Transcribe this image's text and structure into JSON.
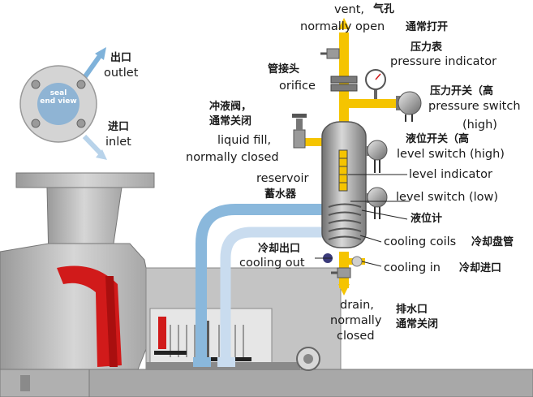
{
  "seal_end_view": {
    "label": "seal\nend view",
    "outlet_en": "outlet",
    "outlet_zh": "出口",
    "inlet_en": "inlet",
    "inlet_zh": "进口"
  },
  "vent": {
    "en_line1": "vent,",
    "zh_word": "气孔",
    "en_line2": "normally open",
    "zh_line2": "通常打开"
  },
  "pressure_indicator": {
    "zh": "压力表",
    "en": "pressure indicator"
  },
  "orifice": {
    "zh": "管接头",
    "en": "orifice"
  },
  "pressure_switch": {
    "zh": "压力开关（高",
    "en": "pressure switch",
    "en2": "(high)"
  },
  "liquid_fill": {
    "zh1": "冲液阀，",
    "zh2": "通常关闭",
    "en1": "liquid fill,",
    "en2": "normally closed"
  },
  "level_switch_high": {
    "zh": "液位开关（高",
    "en": "level switch (high)"
  },
  "reservoir": {
    "en": "reservoir",
    "zh": "蓄水器"
  },
  "level_indicator": {
    "en": "level indicator"
  },
  "level_switch_low": {
    "en": "level switch (low)"
  },
  "level_gauge": {
    "zh": "液位计"
  },
  "cooling_coils": {
    "en": "cooling coils",
    "zh": "冷却盘管"
  },
  "cooling_out": {
    "zh": "冷却出口",
    "en": "cooling out"
  },
  "cooling_in": {
    "en": "cooling in",
    "zh": "冷却进口"
  },
  "drain": {
    "en1": "drain,",
    "en2": "normally",
    "en3": "closed",
    "zh1": "排水口",
    "zh2": "通常关闭"
  },
  "colors": {
    "pipe_blue": "#8ab8dc",
    "pipe_light": "#c9dcef",
    "pipe_yellow": "#f5c400",
    "casing_gray": "#c8c8c8",
    "casing_dark": "#8a8a8a",
    "fluid_red": "#d11a1a",
    "vessel": "#9a9a9a"
  }
}
